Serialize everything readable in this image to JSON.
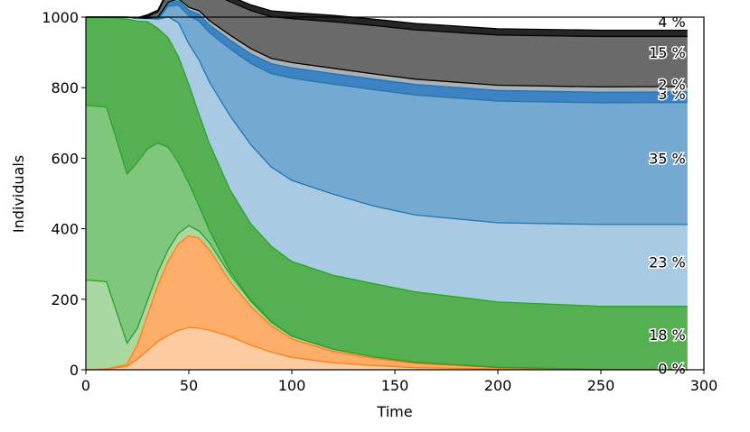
{
  "chart_data": {
    "type": "area",
    "title": "",
    "xlabel": "Time",
    "ylabel": "Individuals",
    "xlim": [
      0,
      300
    ],
    "ylim": [
      0,
      1000
    ],
    "x_ticks": [
      "0",
      "50",
      "100",
      "150",
      "200",
      "250",
      "300"
    ],
    "y_ticks": [
      "0",
      "200",
      "400",
      "600",
      "800",
      "1000"
    ],
    "x": [
      0,
      10,
      20,
      25,
      30,
      35,
      40,
      45,
      50,
      55,
      60,
      70,
      80,
      90,
      100,
      120,
      140,
      160,
      200,
      250,
      292
    ],
    "series": [
      {
        "color": "#fdcba0",
        "values": [
          0,
          2,
          10,
          30,
          55,
          80,
          98,
          112,
          120,
          118,
          112,
          95,
          70,
          50,
          35,
          20,
          12,
          6,
          2,
          0,
          0
        ]
      },
      {
        "color": "#fdae6b",
        "values": [
          0,
          0,
          5,
          40,
          100,
          160,
          210,
          245,
          260,
          255,
          228,
          155,
          110,
          75,
          52,
          32,
          20,
          12,
          4,
          1,
          0
        ]
      },
      {
        "color": "#a9d8a0",
        "values": [
          255,
          248,
          60,
          48,
          42,
          38,
          33,
          30,
          29,
          20,
          20,
          20,
          15,
          10,
          8,
          6,
          4,
          3,
          1,
          0,
          0
        ]
      },
      {
        "color": "#7ec77c",
        "values": [
          495,
          495,
          480,
          470,
          430,
          365,
          290,
          200,
          120,
          70,
          35,
          10,
          4,
          2,
          1,
          0,
          0,
          0,
          0,
          0,
          0
        ]
      },
      {
        "color": "#55b052",
        "values": [
          250,
          255,
          440,
          400,
          360,
          325,
          310,
          300,
          280,
          260,
          246,
          230,
          215,
          213,
          211,
          210,
          208,
          200,
          185,
          179,
          180
        ]
      },
      {
        "color": "#a8cbe3",
        "values": [
          0,
          0,
          5,
          10,
          10,
          26,
          60,
          97,
          115,
          155,
          175,
          210,
          225,
          225,
          230,
          230,
          220,
          218,
          225,
          232,
          232
        ]
      },
      {
        "color": "#74a9d2",
        "values": [
          0,
          0,
          0,
          0,
          0,
          0,
          30,
          50,
          80,
          110,
          140,
          190,
          230,
          265,
          290,
          312,
          330,
          340,
          345,
          345,
          346
        ]
      },
      {
        "color": "#3d82c2",
        "values": [
          0,
          0,
          0,
          0,
          0,
          4,
          8,
          12,
          16,
          20,
          22,
          25,
          27,
          28,
          29,
          30,
          30,
          30,
          30,
          30,
          30
        ]
      },
      {
        "color": "#b0b0b0",
        "values": [
          0,
          0,
          0,
          0,
          0,
          2,
          4,
          6,
          8,
          10,
          12,
          14,
          15,
          15,
          15,
          15,
          15,
          15,
          15,
          15,
          15
        ]
      },
      {
        "color": "#6a6a6a",
        "values": [
          0,
          0,
          0,
          0,
          5,
          15,
          30,
          40,
          50,
          65,
          80,
          95,
          108,
          118,
          125,
          132,
          137,
          140,
          142,
          143,
          142
        ]
      },
      {
        "color": "#262626",
        "values": [
          0,
          0,
          0,
          0,
          5,
          5,
          5,
          8,
          12,
          15,
          15,
          15,
          16,
          17,
          17,
          18,
          18,
          18,
          18,
          18,
          18
        ]
      }
    ],
    "series_line_colors": [
      "#ff7f0e",
      "#ff7f0e",
      "#2ca02c",
      "#2ca02c",
      "#2ca02c",
      "#1f77b4",
      "#1f77b4",
      "#1f77b4",
      "#000000",
      "#000000",
      "#000000"
    ],
    "annotations": [
      {
        "text": "0 %",
        "y": 4
      },
      {
        "text": "18 %",
        "y": 100
      },
      {
        "text": "23 %",
        "y": 305
      },
      {
        "text": "35 %",
        "y": 600
      },
      {
        "text": "3 %",
        "y": 782
      },
      {
        "text": "2 %",
        "y": 810
      },
      {
        "text": "15 %",
        "y": 900
      },
      {
        "text": "4 %",
        "y": 987
      }
    ],
    "annotation_x": 292,
    "grid": false,
    "legend": "none"
  }
}
